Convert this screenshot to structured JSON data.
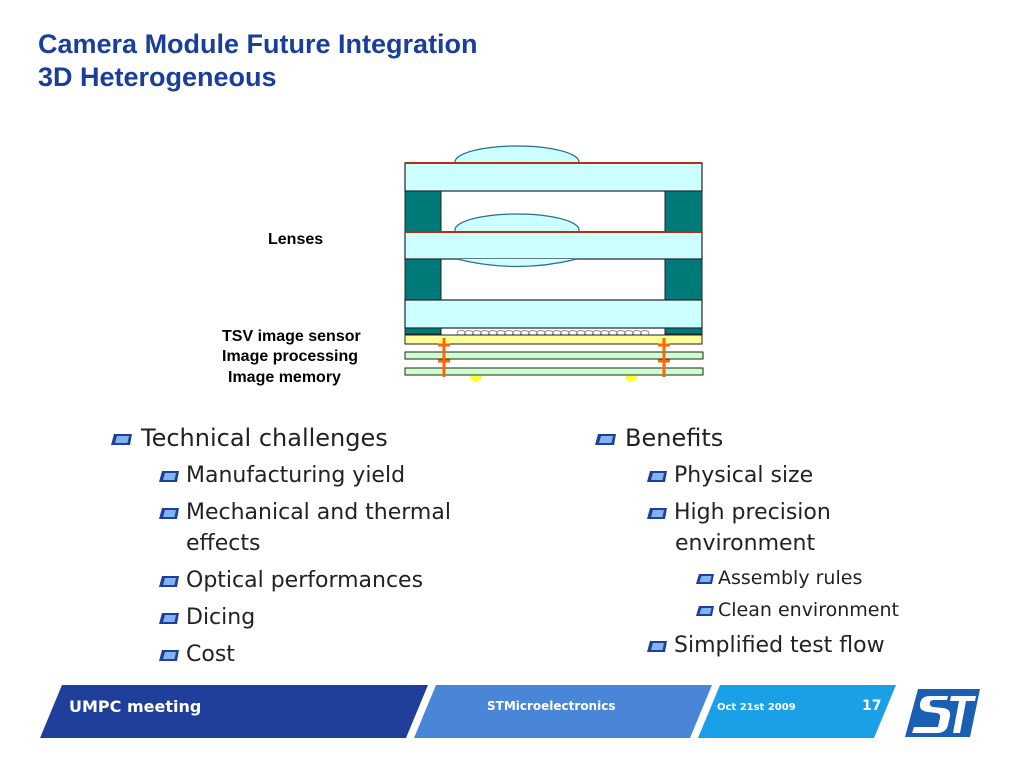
{
  "slide": {
    "title_line1": "Camera Module Future Integration",
    "title_line2": "3D Heterogeneous"
  },
  "diagram": {
    "labels": {
      "lenses": "Lenses",
      "tsv_sensor": "TSV image sensor",
      "image_processing": "Image processing",
      "image_memory": "Image memory"
    }
  },
  "left_list": {
    "heading": "Technical challenges",
    "items": [
      "Manufacturing yield",
      "Mechanical and thermal",
      "effects",
      "Optical performances",
      "Dicing",
      "Cost"
    ]
  },
  "right_list": {
    "heading": "Benefits",
    "items": [
      "Physical size",
      "High precision",
      "environment",
      "Simplified test flow"
    ],
    "subitems": [
      "Assembly rules",
      "Clean environment"
    ]
  },
  "footer": {
    "meeting": "UMPC meeting",
    "company": "STMicroelectronics",
    "date": "Oct 21st  2009",
    "page": "17"
  },
  "colors": {
    "title": "#1a3f9a",
    "footer_dark": "#1f3f9a",
    "footer_mid": "#4a86d8",
    "footer_light": "#1aa0e6",
    "teal": "#007a78",
    "lens_fill": "#ccffff",
    "sensor_yellow": "#ffff99",
    "layer_green": "#ccffcc",
    "tsv_orange": "#ff6600"
  }
}
